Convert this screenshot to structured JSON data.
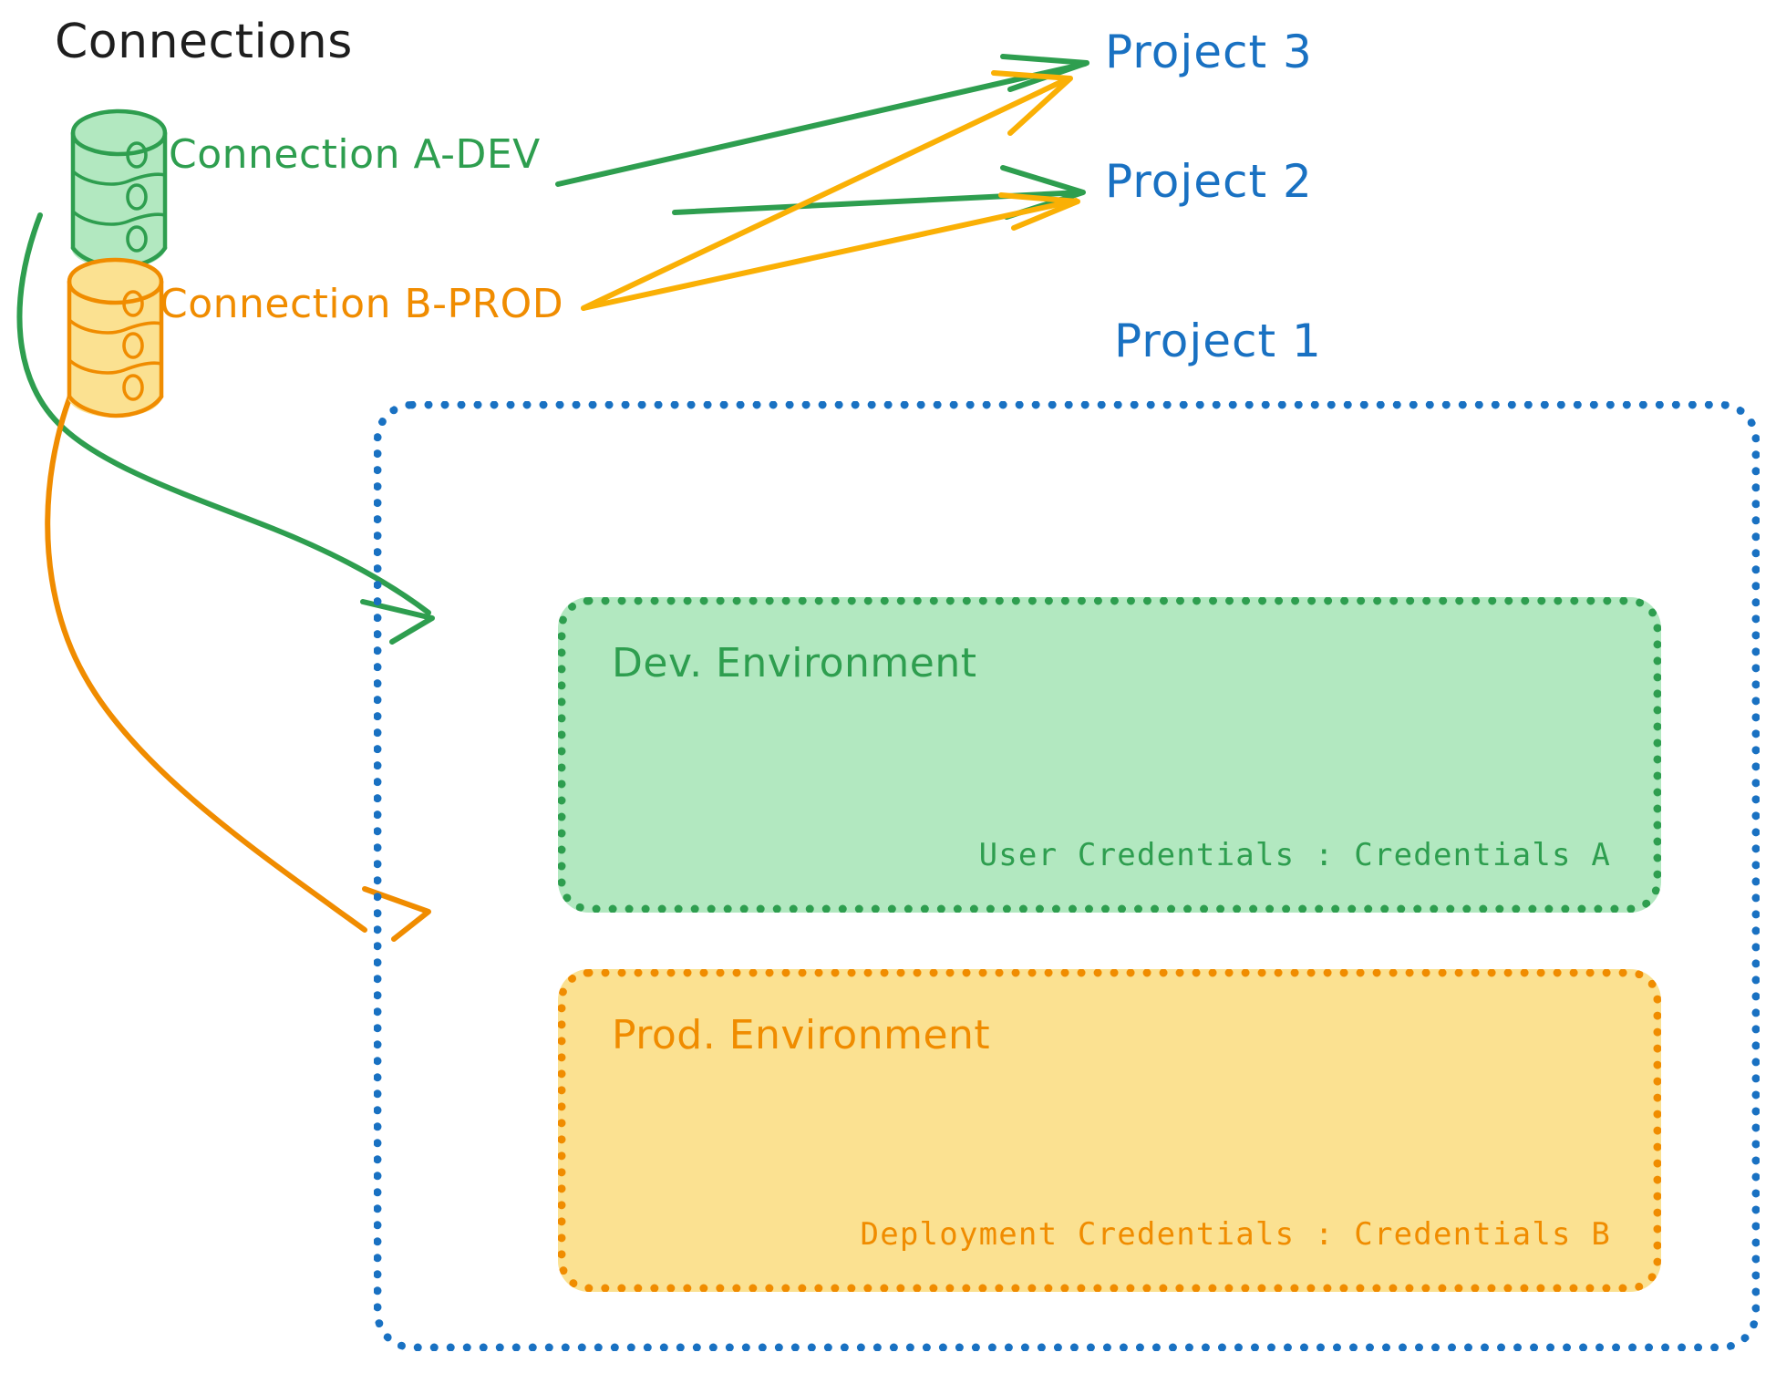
{
  "title": "Connections",
  "colors": {
    "green_stroke": "#2e9e4f",
    "green_fill": "#b2e8c0",
    "orange_stroke": "#f08c00",
    "orange_arrow": "#fab005",
    "orange_fill": "#fbe191",
    "blue": "#1971c2",
    "black": "#1e1e1e"
  },
  "connections": [
    {
      "id": "a",
      "label": "Connection A-DEV",
      "icon": "database-cylinder-icon",
      "color": "#2e9e4f"
    },
    {
      "id": "b",
      "label": "Connection B-PROD",
      "icon": "database-cylinder-icon",
      "color": "#f08c00"
    }
  ],
  "projects": [
    {
      "id": "p3",
      "label": "Project 3"
    },
    {
      "id": "p2",
      "label": "Project 2"
    },
    {
      "id": "p1",
      "label": "Project 1"
    }
  ],
  "project1": {
    "environments": [
      {
        "id": "dev",
        "title": "Dev. Environment",
        "credentials_label": "User Credentials",
        "credentials_separator": ":",
        "credentials_value": "Credentials A",
        "credentials_line": "User Credentials : Credentials A"
      },
      {
        "id": "prod",
        "title": "Prod. Environment",
        "credentials_label": "Deployment Credentials",
        "credentials_separator": ":",
        "credentials_value": "Credentials B",
        "credentials_line": "Deployment Credentials : Credentials B"
      }
    ]
  },
  "edges": [
    {
      "from": "Connection A-DEV",
      "to": "Project 3",
      "color": "#2e9e4f"
    },
    {
      "from": "Connection A-DEV",
      "to": "Project 2",
      "color": "#2e9e4f"
    },
    {
      "from": "Connection A-DEV",
      "to": "Dev. Environment",
      "color": "#2e9e4f"
    },
    {
      "from": "Connection B-PROD",
      "to": "Project 3",
      "color": "#fab005"
    },
    {
      "from": "Connection B-PROD",
      "to": "Project 2",
      "color": "#fab005"
    },
    {
      "from": "Connection B-PROD",
      "to": "Prod. Environment",
      "color": "#f08c00"
    }
  ]
}
